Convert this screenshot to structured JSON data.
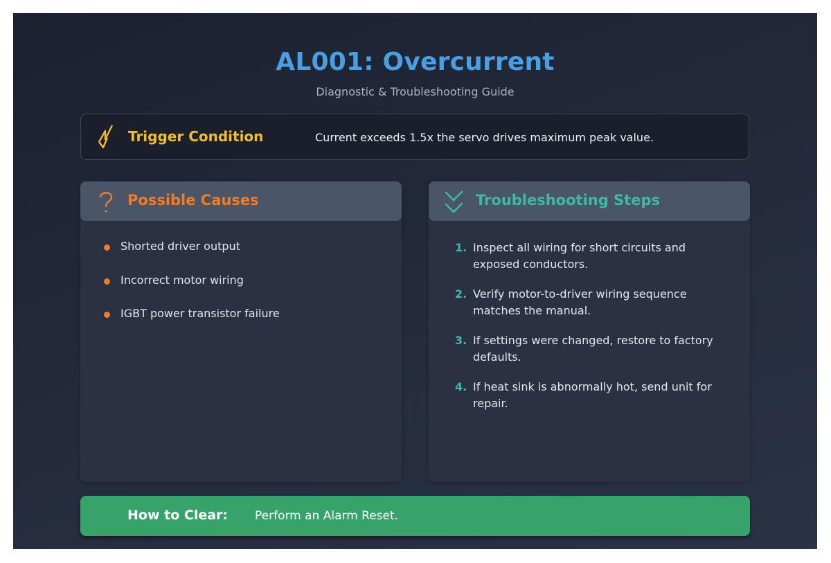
{
  "header": {
    "title": "AL001: Overcurrent",
    "subtitle": "Diagnostic & Troubleshooting Guide"
  },
  "trigger": {
    "icon": "lightning-icon",
    "label": "Trigger Condition",
    "description": "Current exceeds 1.5x the servo drives maximum peak value."
  },
  "causes": {
    "icon": "question-icon",
    "title": "Possible Causes",
    "items": [
      "Shorted driver output",
      "Incorrect motor wiring",
      "IGBT power transistor failure"
    ]
  },
  "steps": {
    "icon": "double-chevron-down-icon",
    "title": "Troubleshooting Steps",
    "items": [
      {
        "num": "1.",
        "text": "Inspect all wiring for short circuits and exposed conductors."
      },
      {
        "num": "2.",
        "text": "Verify motor-to-driver wiring sequence matches the manual."
      },
      {
        "num": "3.",
        "text": "If settings were changed, restore to factory defaults."
      },
      {
        "num": "4.",
        "text": "If heat sink is abnormally hot, send unit for repair."
      }
    ]
  },
  "clear": {
    "label": "How to Clear:",
    "value": "Perform an Alarm Reset."
  },
  "colors": {
    "title_blue": "#4a9fe3",
    "trigger_yellow": "#f2bd2c",
    "causes_orange": "#f07c27",
    "steps_teal": "#3fb8a6",
    "clear_green": "#37a36a",
    "background": "#222a3a"
  }
}
